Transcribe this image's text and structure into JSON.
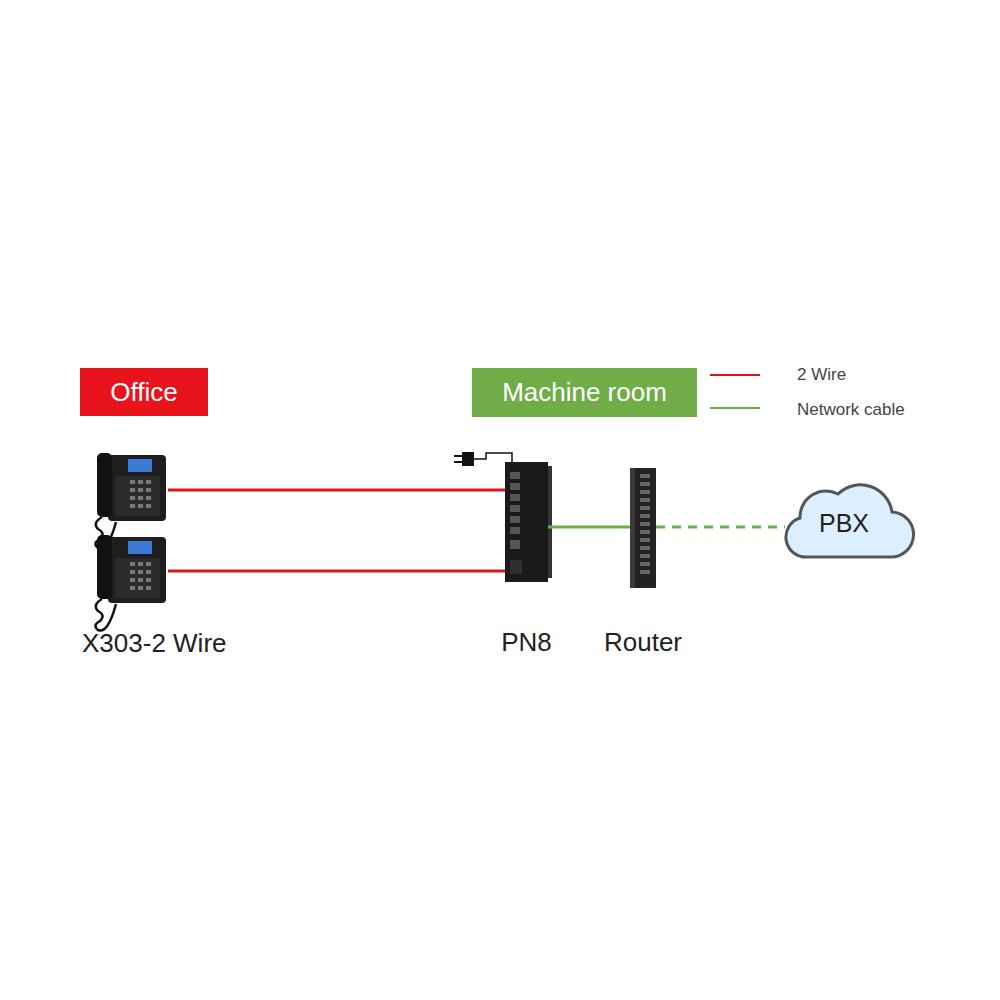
{
  "diagram": {
    "nodes": [
      {
        "text": [
          "Office"
        ]
      },
      {
        "text": [
          "Machine room"
        ]
      },
      {
        "text": [
          "X303-2 Wire"
        ]
      },
      {
        "text": [
          "PN8"
        ]
      },
      {
        "text": [
          "Router"
        ]
      },
      {
        "text": [
          "PBX"
        ]
      }
    ],
    "edges": [
      {
        "from": 2,
        "to": 3,
        "arrow": "none"
      },
      {
        "from": 2,
        "to": 3,
        "arrow": "none"
      },
      {
        "from": 3,
        "to": 4,
        "arrow": "none"
      },
      {
        "from": 4,
        "to": 5,
        "arrow": "none"
      }
    ],
    "legend": [
      {
        "text": "2 Wire"
      },
      {
        "text": "Network cable"
      }
    ]
  }
}
